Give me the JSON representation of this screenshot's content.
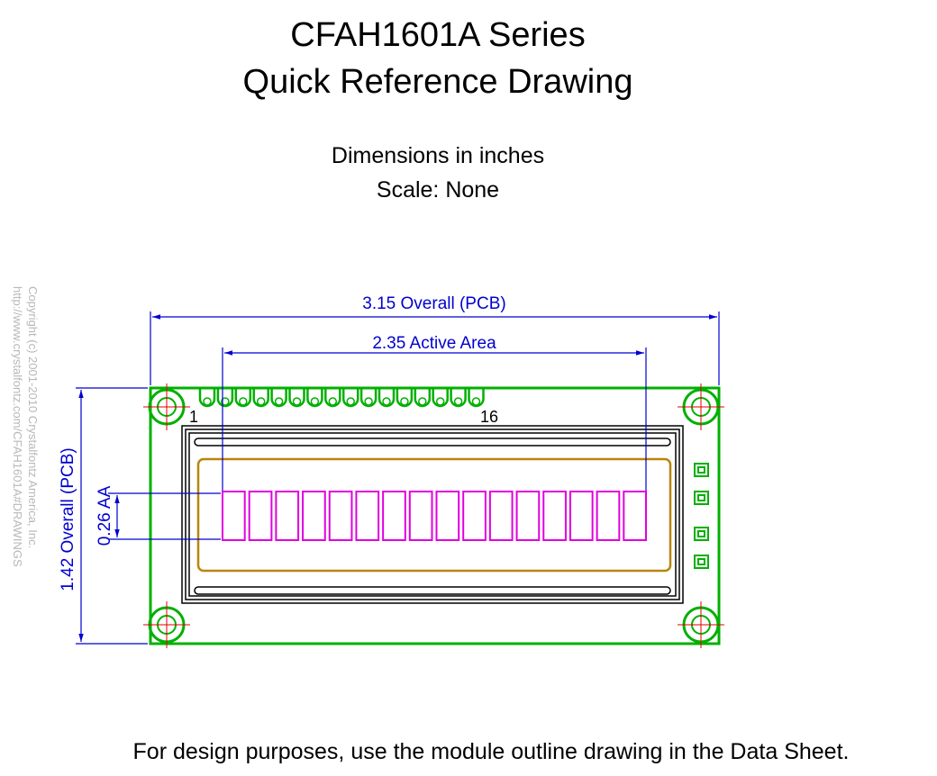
{
  "header": {
    "title_line1": "CFAH1601A Series",
    "title_line2": "Quick Reference Drawing",
    "units": "Dimensions in inches",
    "scale": "Scale: None"
  },
  "dimensions": {
    "overall_width": "3.15 Overall (PCB)",
    "active_width": "2.35 Active Area",
    "overall_height": "1.42 Overall (PCB)",
    "active_height": "0.26 AA"
  },
  "pins": {
    "first": "1",
    "last": "16",
    "count": 16
  },
  "display": {
    "characters": 16,
    "rows": 1
  },
  "copyright": {
    "line1": "Copyright (c) 2001-2010 Crystalfontz America, Inc.",
    "line2": "http://www.crystalfontz.com/CFAH1601A#DRAWINGS"
  },
  "footer": "For design purposes, use the module outline drawing in the Data Sheet.",
  "colors": {
    "pcb": "#00b000",
    "dimension": "#0000d0",
    "bezel": "#000000",
    "viewing_area": "#b8860b",
    "characters": "#e000e0",
    "centerline": "#e00000",
    "copyright": "#b8b8b8"
  }
}
